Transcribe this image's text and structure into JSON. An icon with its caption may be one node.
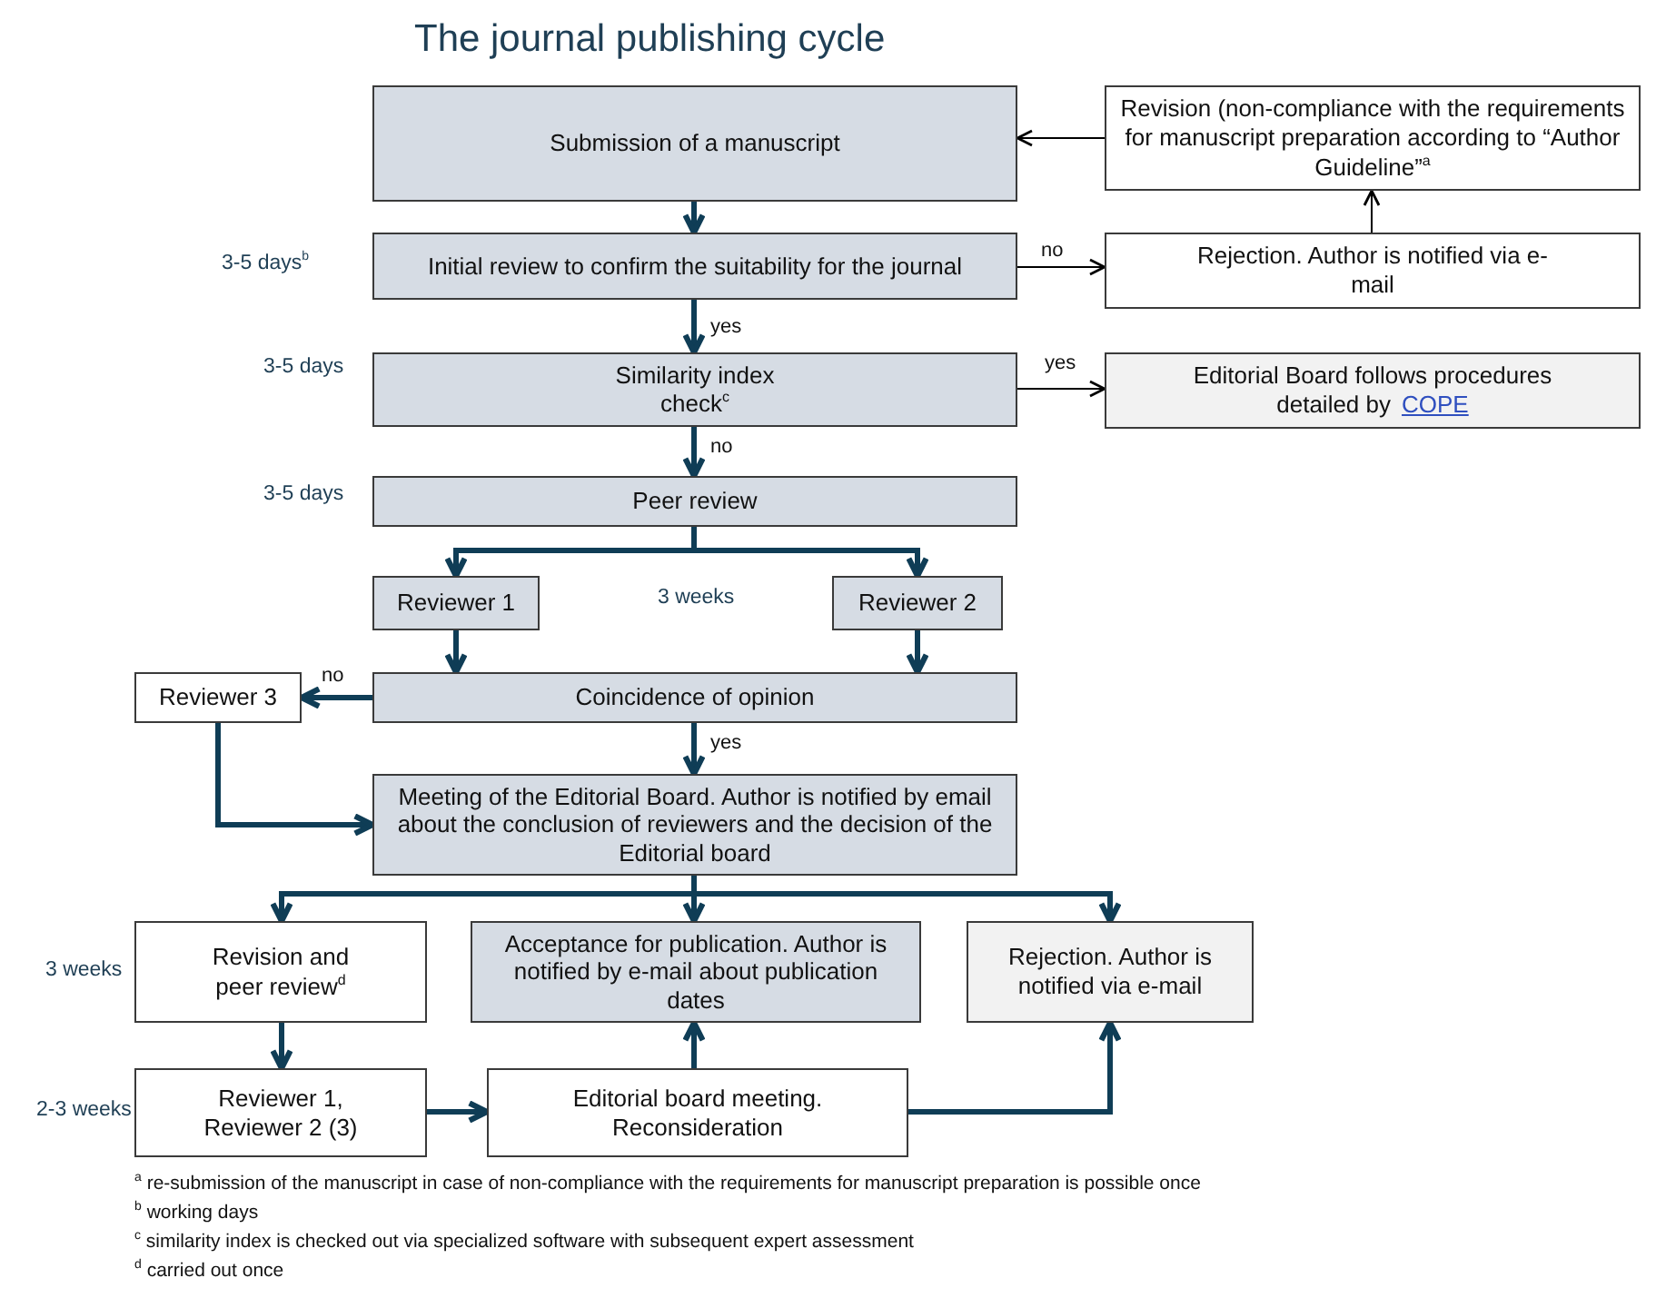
{
  "diagram": {
    "title": "The journal publishing cycle",
    "nodes": [
      {
        "text": [
          "Submission of a manuscript"
        ]
      },
      {
        "text": [
          "Revision (non-compliance with the requirements for manuscript preparation according to “Author Guideline”$^{a}$"
        ]
      },
      {
        "text": [
          "Initial review to confirm the suitability for the journal"
        ],
        "beside": [
          "3-5 days$^{b}$"
        ]
      },
      {
        "text": [
          "Rejection. Author is notified via e-mail"
        ]
      },
      {
        "text": [
          "Similarity index check$^{c}$"
        ],
        "beside": [
          "3-5 days"
        ]
      },
      {
        "text": [
          "Editorial Board follows procedures detailed by",
          "COPE"
        ]
      },
      {
        "text": [
          "Peer review"
        ],
        "beside": [
          "3-5 days"
        ]
      },
      {
        "text": [
          "Reviewer 1"
        ]
      },
      {
        "text": [
          "Reviewer 2"
        ]
      },
      {
        "text": [
          "Coincidence of opinion"
        ]
      },
      {
        "text": [
          "Reviewer 3"
        ]
      },
      {
        "text": [
          "Meeting of the Editorial Board. Author is notified by email about the conclusion of reviewers and the decision of the Editorial board"
        ]
      },
      {
        "text": [
          "Revision and peer review$^{d}$"
        ],
        "beside": [
          "3 weeks"
        ]
      },
      {
        "text": [
          "Acceptance for publication. Author is notified by e-mail about publication dates"
        ]
      },
      {
        "text": [
          "Rejection. Author is notified via e-mail"
        ]
      },
      {
        "text": [
          "Reviewer 1, Reviewer 2 (3)"
        ],
        "beside": [
          "2-3 weeks"
        ]
      },
      {
        "text": [
          "Editorial board meeting. Reconsideration"
        ]
      }
    ],
    "edges": [
      {
        "from": 1,
        "to": 0,
        "arrow": "to",
        "color": "#000000"
      },
      {
        "from": 0,
        "to": 2,
        "arrow": "to"
      },
      {
        "from": 2,
        "to": 3,
        "arrow": "to",
        "label": "no",
        "color": "#000000"
      },
      {
        "from": 3,
        "to": 1,
        "arrow": "to",
        "color": "#000000"
      },
      {
        "from": 2,
        "to": 4,
        "arrow": "to",
        "label": "yes"
      },
      {
        "from": 4,
        "to": 5,
        "arrow": "to",
        "label": "yes",
        "color": "#000000"
      },
      {
        "from": 4,
        "to": 6,
        "arrow": "to",
        "label": "no"
      },
      {
        "from": 6,
        "to": 7,
        "arrow": "to"
      },
      {
        "from": 6,
        "to": 8,
        "arrow": "to"
      },
      {
        "from": 7,
        "to": 9,
        "arrow": "to"
      },
      {
        "from": 8,
        "to": 9,
        "arrow": "to"
      },
      {
        "from": 9,
        "to": 10,
        "arrow": "to",
        "label": "no"
      },
      {
        "from": 9,
        "to": 11,
        "arrow": "to",
        "label": "yes"
      },
      {
        "from": 10,
        "to": 11,
        "arrow": "to"
      },
      {
        "from": 11,
        "to": 12,
        "arrow": "to"
      },
      {
        "from": 11,
        "to": 13,
        "arrow": "to"
      },
      {
        "from": 11,
        "to": 14,
        "arrow": "to"
      },
      {
        "from": 12,
        "to": 15,
        "arrow": "to"
      },
      {
        "from": 15,
        "to": 16,
        "arrow": "to"
      },
      {
        "from": 16,
        "to": 13,
        "arrow": "to"
      },
      {
        "from": 16,
        "to": 14,
        "arrow": "to"
      }
    ],
    "labels": [
      "3 weeks",
      "$^{a}$ re-submission of the manuscript in case of non-compliance with the requirements for manuscript preparation is possible once",
      "$^{b}$ working days",
      "$^{c}$ similarity index is checked out via specialized software with subsequent expert assessment",
      "$^{d}$ carried out once"
    ]
  }
}
